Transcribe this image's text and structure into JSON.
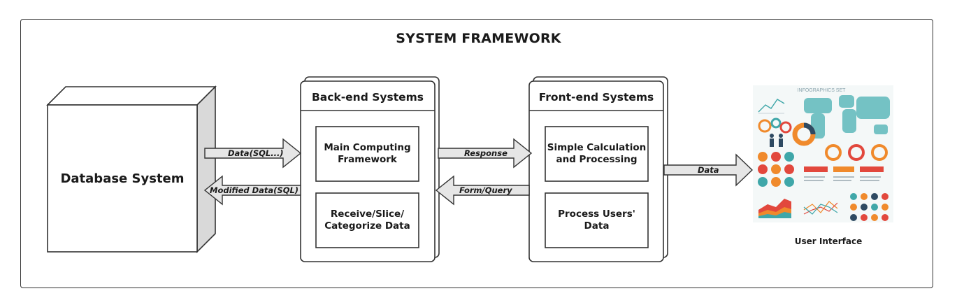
{
  "title": "SYSTEM FRAMEWORK",
  "database": {
    "label": "Database System"
  },
  "backend": {
    "title": "Back-end Systems",
    "box1": "Main Computing Framework",
    "box2": "Receive/Slice/ Categorize Data"
  },
  "frontend": {
    "title": "Front-end Systems",
    "box1": "Simple Calculation and Processing",
    "box2": "Process Users' Data"
  },
  "arrows": {
    "data_sql": "Data(SQL...)",
    "modified_data": "Modified Data(SQL)",
    "response": "Response",
    "form_query": "Form/Query",
    "data": "Data"
  },
  "user_interface": {
    "label": "User Interface",
    "infographic_title": "INFOGRAPHICS SET"
  },
  "colors": {
    "stroke": "#333333",
    "arrow_fill": "#e6e6e6",
    "panel_bg": "#f4f8f8",
    "teal": "#3fa7a9",
    "orange": "#f08a2c",
    "red": "#e2483d",
    "navy": "#2e4a62"
  }
}
